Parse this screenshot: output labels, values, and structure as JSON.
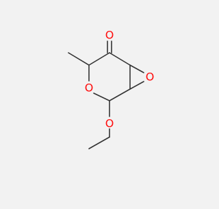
{
  "molecule": {
    "atoms": [
      {
        "id": "O_ketone",
        "label": "O",
        "color": "#ff0d0d"
      },
      {
        "id": "O_ring",
        "label": "O",
        "color": "#ff0d0d"
      },
      {
        "id": "O_epoxide",
        "label": "O",
        "color": "#ff0d0d"
      },
      {
        "id": "O_ethoxy",
        "label": "O",
        "color": "#ff0d0d"
      }
    ],
    "colors": {
      "background": "#f2f2f2",
      "carbon_bond": "#333333",
      "heteroatom": "#ff0d0d"
    }
  }
}
